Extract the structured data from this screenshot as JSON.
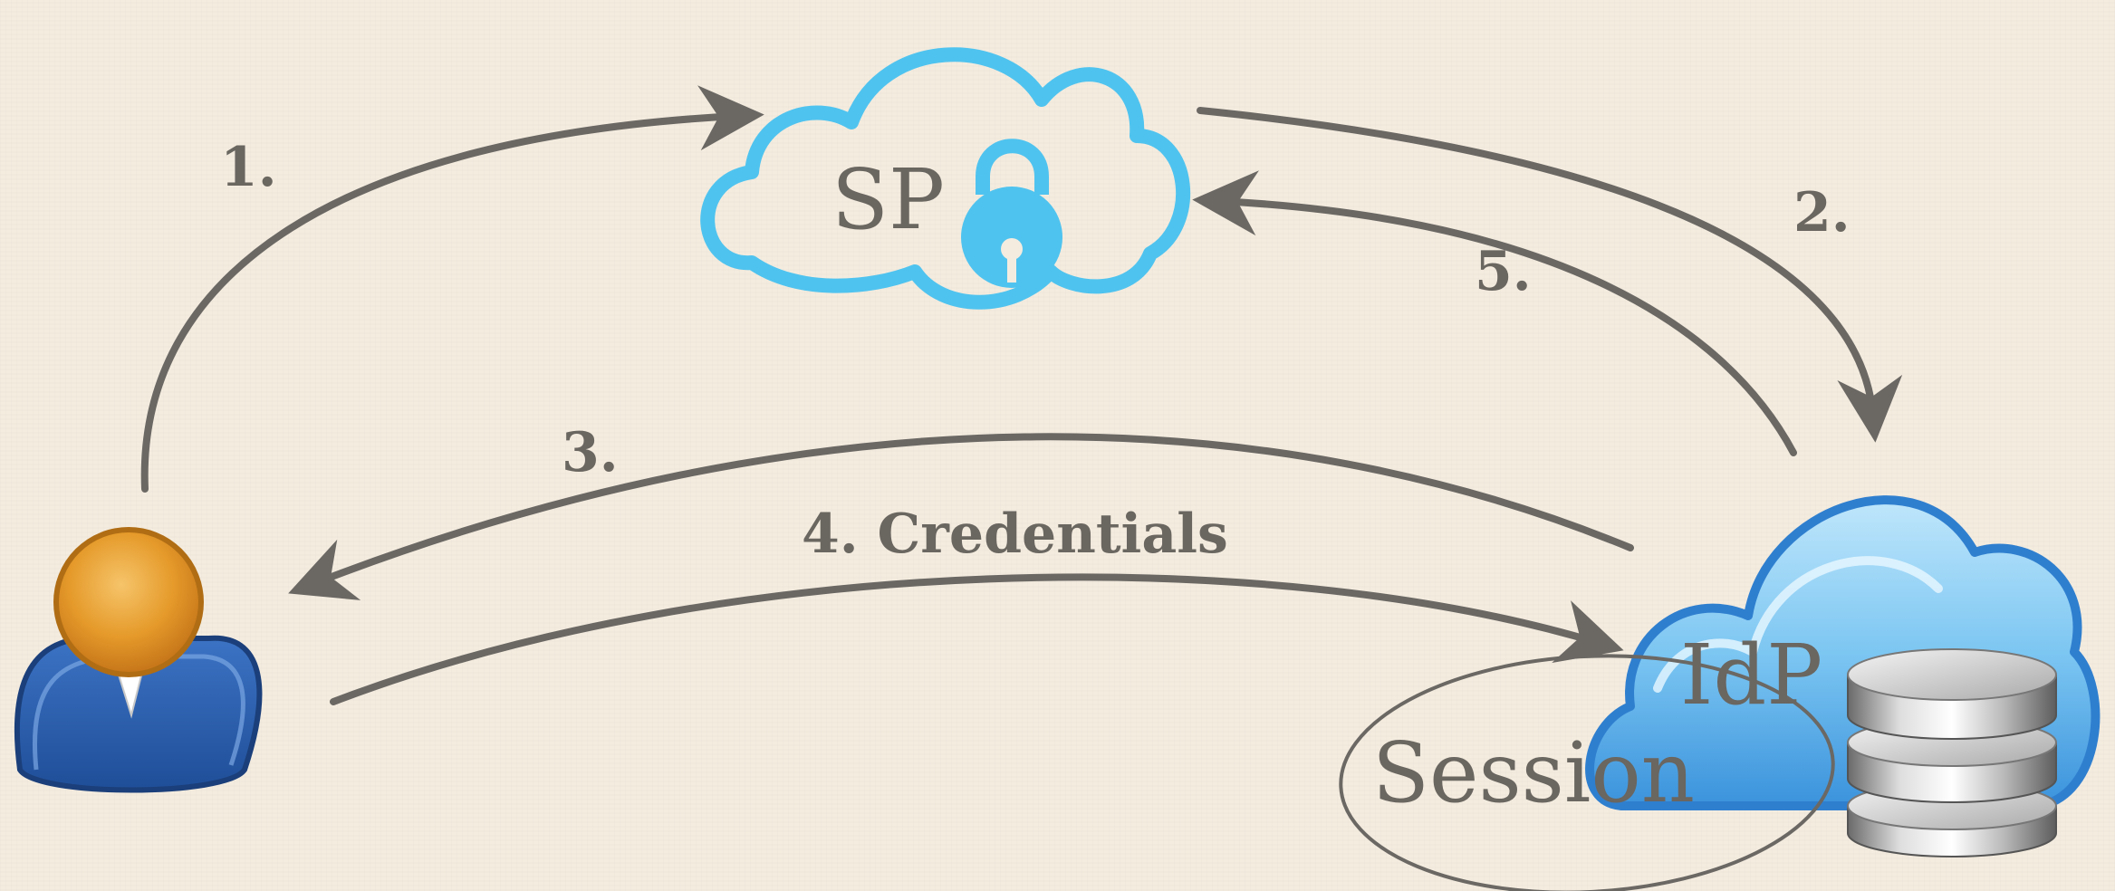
{
  "nodes": {
    "sp": {
      "label": "SP",
      "icon": "lock-icon",
      "color": "#4fc3ef"
    },
    "idp": {
      "label": "IdP",
      "icon": "database-icon",
      "color": "#3a8fd6"
    },
    "user": {
      "icon": "user-icon"
    },
    "session": {
      "label": "Session"
    }
  },
  "steps": {
    "s1": "1.",
    "s2": "2.",
    "s3": "3.",
    "s4": "4. Credentials",
    "s5": "5."
  },
  "colors": {
    "background": "#f4ecdf",
    "ink": "#6a6660",
    "arrow": "#6b6864"
  }
}
